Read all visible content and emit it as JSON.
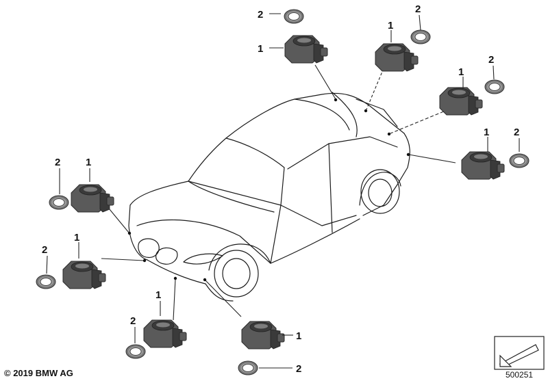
{
  "callouts": {
    "sensor": "1",
    "ring": "2"
  },
  "footer": {
    "copyright": "© 2019 BMW AG",
    "diagram_number": "500251"
  },
  "icons": {
    "navigation": "arrow-icon"
  }
}
